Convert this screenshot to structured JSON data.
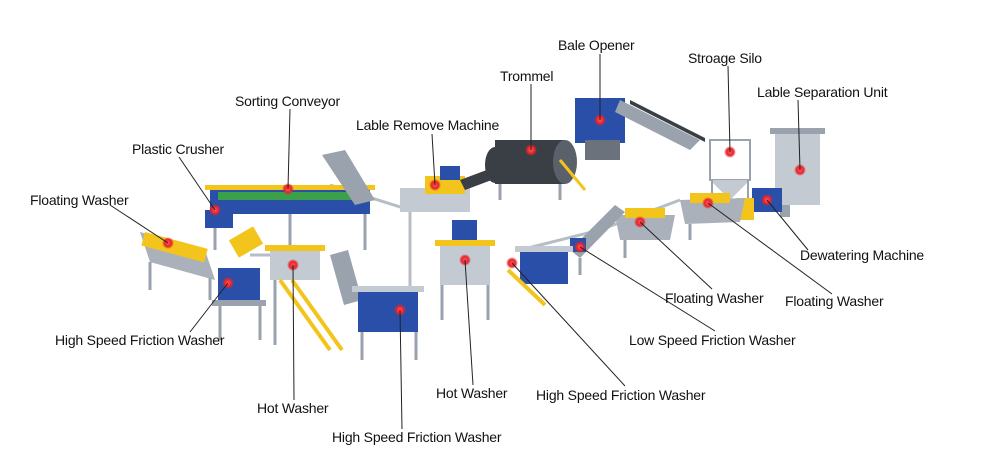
{
  "labels": {
    "bale_opener": "Bale Opener",
    "stroage_silo": "Stroage Silo",
    "trommel": "Trommel",
    "lable_separation_unit": "Lable Separation Unit",
    "sorting_conveyor": "Sorting Conveyor",
    "lable_remove_machine": "Lable Remove Machine",
    "plastic_crusher": "Plastic Crusher",
    "floating_washer_1": "Floating Washer",
    "dewatering_machine": "Dewatering Machine",
    "floating_washer_2": "Floating Washer",
    "floating_washer_3": "Floating Washer",
    "high_speed_friction_washer_1": "High Speed Friction Washer",
    "low_speed_friction_washer": "Low Speed Friction Washer",
    "hot_washer_1": "Hot Washer",
    "hot_washer_2": "Hot Washer",
    "high_speed_friction_washer_2": "High Speed Friction Washer",
    "high_speed_friction_washer_3": "High Speed Friction Washer"
  },
  "colors": {
    "machine_blue": "#2a4fa8",
    "frame_gray": "#9aa2ad",
    "accent_yellow": "#f2c41c",
    "marker_red": "#e8222a",
    "leader_line": "#222222"
  }
}
